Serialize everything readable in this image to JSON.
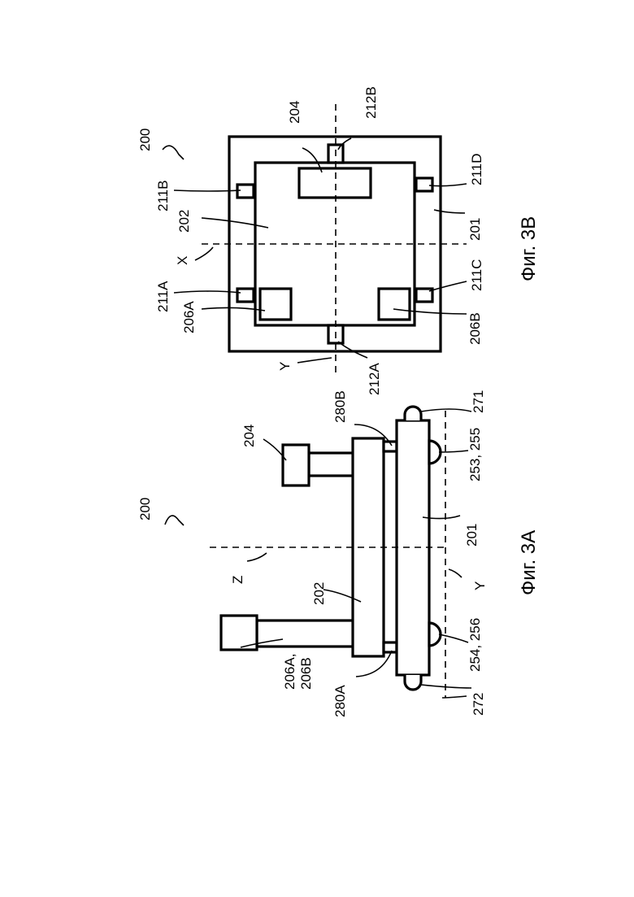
{
  "figure_3a": {
    "caption": "Фиг. 3А",
    "ref_assembly": "200",
    "labels": {
      "axis_z": "Z",
      "axis_y": "Y",
      "upper_plate": "202",
      "lower_plate": "201",
      "arm_left": "206A,",
      "arm_left_2": "206B",
      "arm_right": "204",
      "spacer_left": "280A",
      "spacer_right": "280B",
      "foot_left": "254, 256",
      "foot_right": "253, 255",
      "end_left": "272",
      "end_right": "271"
    }
  },
  "figure_3b": {
    "caption": "Фиг. 3В",
    "ref_assembly": "200",
    "labels": {
      "axis_x": "X",
      "axis_y": "Y",
      "inner_plate": "202",
      "outer_frame": "201",
      "unit_top": "204",
      "unit_a": "206A",
      "unit_b": "206B",
      "tab_211a": "211A",
      "tab_211b": "211B",
      "tab_211c": "211C",
      "tab_211d": "211D",
      "tab_212a": "212A",
      "tab_212b": "212B"
    }
  }
}
